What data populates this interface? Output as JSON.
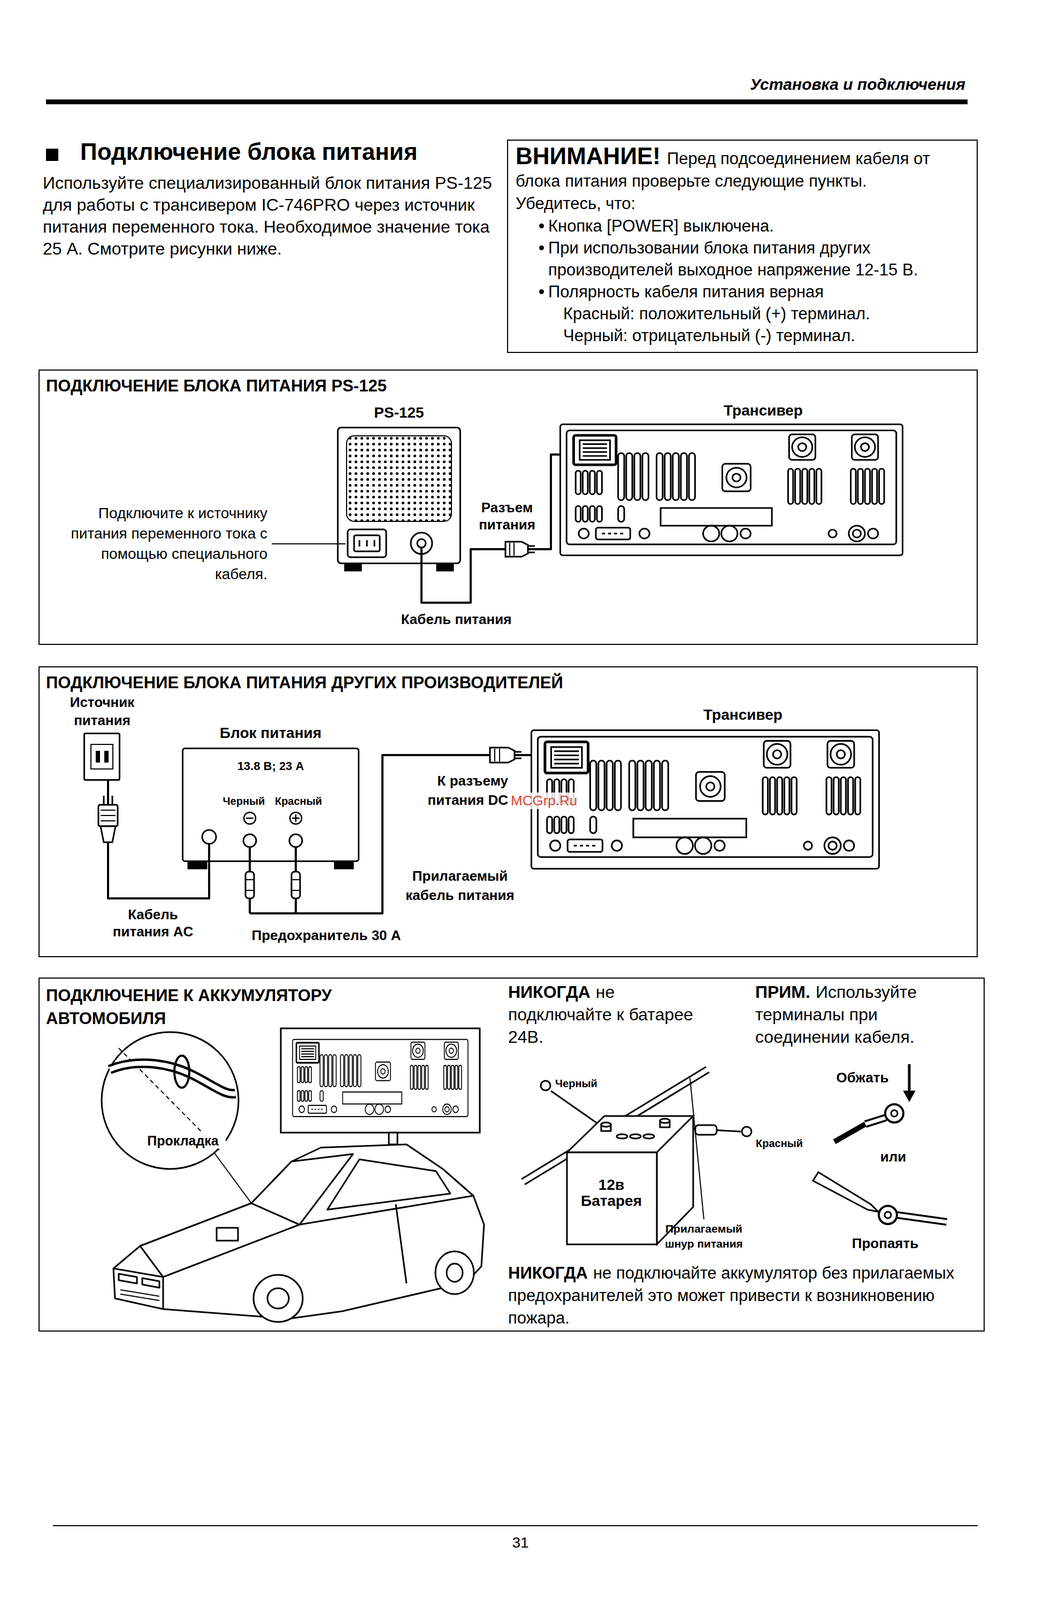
{
  "diagram": {
    "title": "Подключение блока питания",
    "nodes": [
      {
        "text": [
          "ВНИМАНИЕ!",
          "Перед подсоединением кабеля от блока питания проверьте следующие пункты. Убедитесь, что:",
          "Кнопка [POWER] выключена.",
          "При использовании блока питания других производителей выходное напряжение 12-15 В.",
          "Полярность кабеля питания верная",
          "Красный: положительный (+) терминал.",
          "Черный: отрицательный (-) терминал."
        ]
      },
      {
        "text": [
          "ПОДКЛЮЧЕНИЕ БЛОКА ПИТАНИЯ PS-125"
        ]
      },
      {
        "text": [
          "PS-125"
        ],
        "in": 1
      },
      {
        "text": [
          "Трансивер"
        ],
        "in": 1
      },
      {
        "text": [
          "ПОДКЛЮЧЕНИЕ БЛОКА ПИТАНИЯ ДРУГИХ ПРОИЗВОДИТЕЛЕЙ"
        ]
      },
      {
        "text": [
          "Источник питания"
        ],
        "in": 4
      },
      {
        "text": [
          "Блок питания",
          "13.8 В; 23 А",
          "Черный",
          "Красный"
        ],
        "in": 4
      },
      {
        "text": [
          "Трансивер"
        ],
        "in": 4
      },
      {
        "text": [
          "ПОДКЛЮЧЕНИЕ К АККУМУЛЯТОРУ АВТОМОБИЛЯ"
        ]
      },
      {
        "text": [
          "12в Батарея"
        ],
        "in": 8
      }
    ],
    "edges": [
      {
        "from": 2,
        "to": 3,
        "arrow": "none",
        "label": "Кабель питания"
      },
      {
        "from": 5,
        "to": 6,
        "arrow": "none",
        "label": "Кабель питания AC"
      },
      {
        "from": 6,
        "to": 7,
        "arrow": "none",
        "label": "Прилагаемый кабель питания"
      }
    ],
    "labels": [
      "Установка и подключения",
      "Используйте специализированный блок питания PS-125 для работы с трансивером IC-746PRO через источник питания переменного тока. Необходимое значение тока 25 А. Смотрите рисунки ниже.",
      "Подключите к источнику питания переменного тока с помощью специального кабеля.",
      "Разъем питания",
      "К разъему питания DC",
      "MCGrp.Ru",
      "Предохранитель 30 А",
      "НИКОГДА",
      "не подключайте к батарее 24В.",
      "ПРИМ.",
      "Используйте терминалы при соединении кабеля.",
      "Прокладка",
      "Черный",
      "Красный",
      "Прилагаемый шнур питания",
      "Обжать",
      "или",
      "Пропаять",
      "НИКОГДА",
      "не подключайте аккумулятор без прилагаемых предохранителей это может привести к возникновению пожара.",
      "31"
    ]
  }
}
